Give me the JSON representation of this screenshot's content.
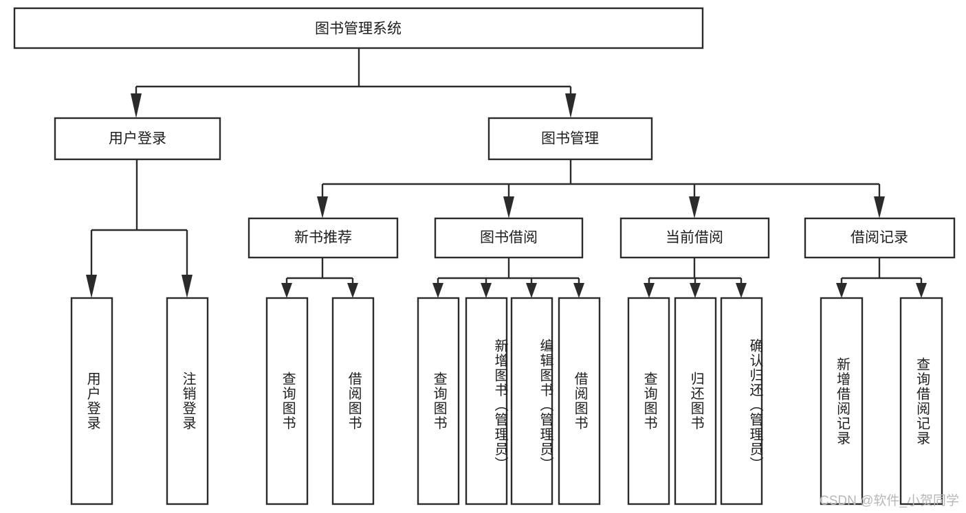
{
  "diagram": {
    "type": "tree",
    "title": "图书管理系统",
    "orientation": "top-down",
    "colors": {
      "stroke": "#2b2b2b",
      "fill": "#ffffff",
      "text": "#1d1d1d",
      "watermark": "#b7b7b7",
      "background": "#ffffff"
    },
    "root": {
      "label": "图书管理系统"
    },
    "level2": [
      {
        "label": "用户登录"
      },
      {
        "label": "图书管理"
      }
    ],
    "level3": [
      {
        "label": "新书推荐"
      },
      {
        "label": "图书借阅"
      },
      {
        "label": "当前借阅"
      },
      {
        "label": "借阅记录"
      }
    ],
    "leaves": {
      "user_login": [
        {
          "label": "用户登录"
        },
        {
          "label": "注销登录"
        }
      ],
      "new_book_recommend": [
        {
          "label": "查询图书"
        },
        {
          "label": "借阅图书"
        }
      ],
      "book_borrow": [
        {
          "label": "查询图书"
        },
        {
          "label": "新增图书（管理员）"
        },
        {
          "label": "编辑图书（管理员）"
        },
        {
          "label": "借阅图书"
        }
      ],
      "current_borrow": [
        {
          "label": "查询图书"
        },
        {
          "label": "归还图书"
        },
        {
          "label": "确认归还（管理员）"
        }
      ],
      "borrow_record": [
        {
          "label": "新增借阅记录"
        },
        {
          "label": "查询借阅记录"
        }
      ]
    }
  },
  "watermark": {
    "text": "CSDN @软件_小贺同学"
  }
}
